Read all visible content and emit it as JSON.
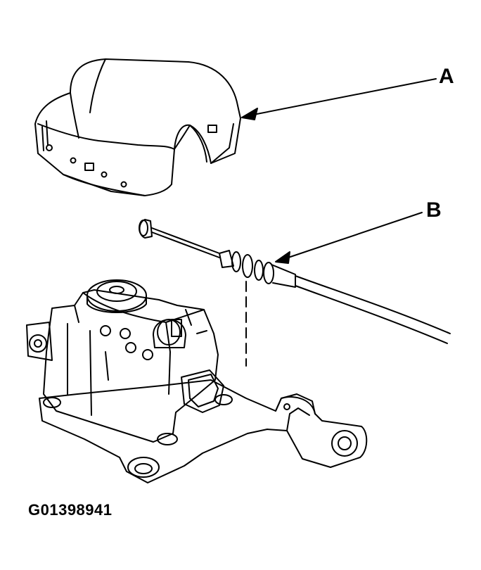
{
  "callouts": {
    "a": "A",
    "b": "B"
  },
  "figure_code": "G01398941",
  "colors": {
    "line": "#000000",
    "background": "#ffffff"
  }
}
